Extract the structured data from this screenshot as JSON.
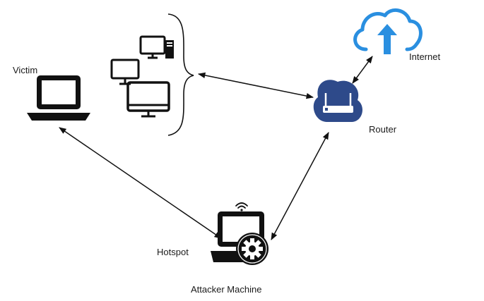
{
  "labels": {
    "victim": "Victim",
    "internet": "Internet",
    "router": "Router",
    "hotspot": "Hotspot",
    "attacker": "Attacker Machine"
  },
  "colors": {
    "line": "#111111",
    "icon_dark": "#111111",
    "router_fill": "#2e4a8a",
    "cloud_blue": "#2a8fe0"
  },
  "icons": [
    "laptop-icon",
    "desktop-computers-icon",
    "cloud-upload-icon",
    "router-icon",
    "attacker-laptop-gear-icon",
    "wifi-icon"
  ]
}
